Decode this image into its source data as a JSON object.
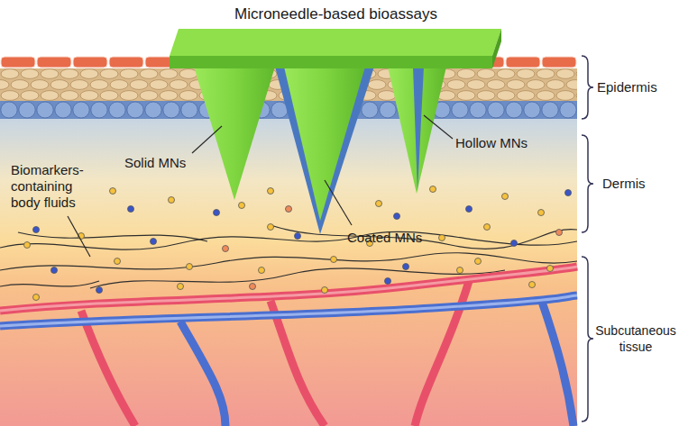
{
  "diagram": {
    "title": "Microneedle-based bioassays",
    "labels": [
      "Epidermis",
      "Solid MNs",
      "Hollow MNs",
      "Biomarkers-containing body fluids",
      "Dermis",
      "Coated MNs",
      "Subcutaneous tissue"
    ]
  }
}
